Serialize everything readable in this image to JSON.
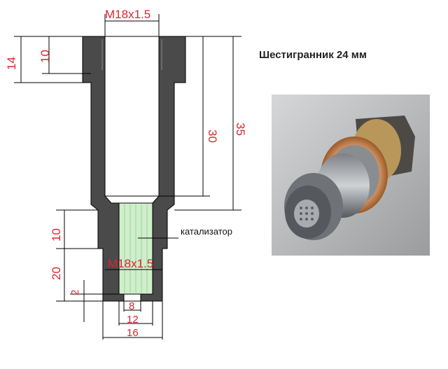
{
  "drawing": {
    "thread_top": "M18x1.5",
    "thread_bottom": "M18x1.5",
    "dims": {
      "d14": "14",
      "d10_top": "10",
      "d30": "30",
      "d35": "35",
      "d10_mid": "10",
      "d20": "20",
      "d2": "2",
      "d8": "8",
      "d12": "12",
      "d16": "16"
    },
    "catalyst_label": "катализатор"
  },
  "photo": {
    "caption": "Шестигранник 24 мм"
  },
  "colors": {
    "body": "#4a4a4a",
    "dimension": "#d8262e",
    "catalyst_fill": "#cfeecb",
    "lines": "#000000"
  }
}
